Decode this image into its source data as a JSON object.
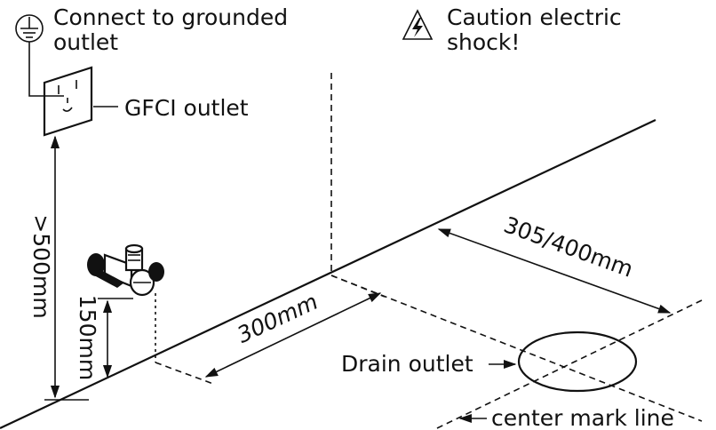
{
  "labels": {
    "ground_note_line1": "Connect to grounded",
    "ground_note_line2": "outlet",
    "caution_line1": "Caution electric",
    "caution_line2": "shock!",
    "gfci": "GFCI outlet",
    "drain": "Drain outlet",
    "center_mark": "center mark line"
  },
  "dimensions": {
    "outlet_height": ">500mm",
    "valve_height": "150mm",
    "side_distance": "300mm",
    "back_distance": "305/400mm"
  },
  "icons": {
    "ground": "ground-symbol-icon",
    "warning": "high-voltage-warning-icon"
  },
  "colors": {
    "ink": "#111111",
    "background": "#ffffff"
  }
}
